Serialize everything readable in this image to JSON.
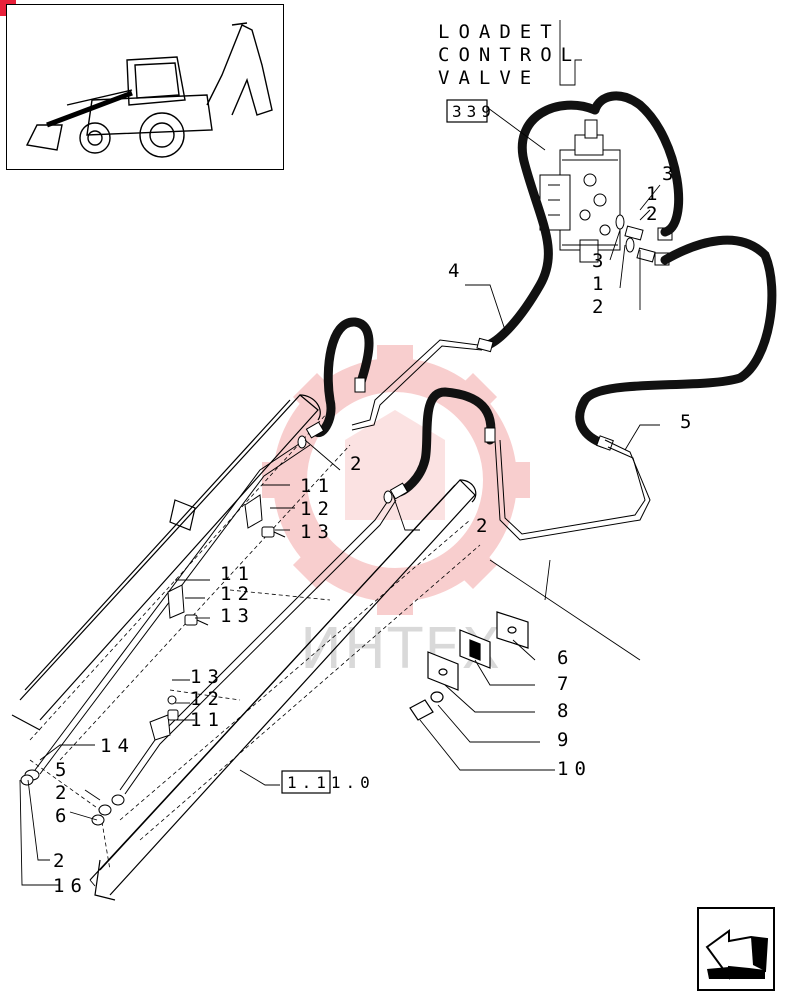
{
  "title_lines": [
    "LOADET",
    "CONTROL",
    "VALVE"
  ],
  "ref_boxes": {
    "valve_ref": "339",
    "arm_ref": "1.11.0"
  },
  "watermark": "ИНТЕХ",
  "callouts": {
    "c3a": "3",
    "c1a": "1",
    "c2a": "2",
    "c3b": "3",
    "c1b": "1",
    "c2b": "2",
    "c4": "4",
    "c5": "5",
    "c2c": "2",
    "c11a": "11",
    "c12a": "12",
    "c13a": "13",
    "c2d": "2",
    "c11b": "11",
    "c12b": "12",
    "c13b": "13",
    "c13c": "13",
    "c12c": "12",
    "c11c": "11",
    "c14": "14",
    "c6a": "6",
    "c7": "7",
    "c8": "8",
    "c9": "9",
    "c10": "10",
    "c5b": "5",
    "c2e": "2",
    "c6b": "6",
    "c2f": "2",
    "c16": "16"
  },
  "colors": {
    "hose": "#111111",
    "line": "#000000",
    "watermark_red": "#f4a7a7"
  }
}
